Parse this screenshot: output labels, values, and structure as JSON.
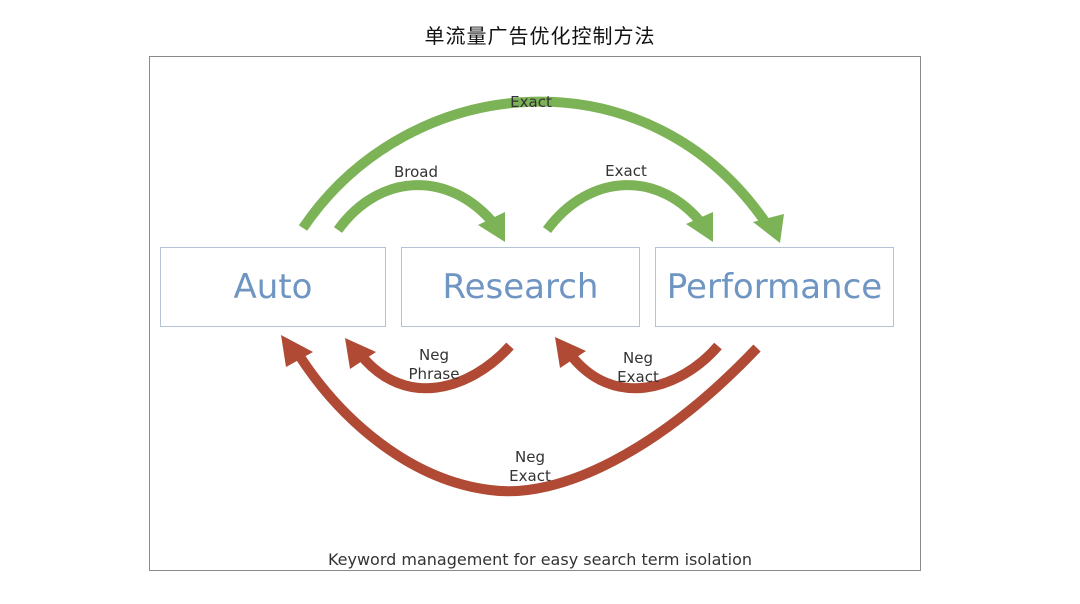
{
  "title": "单流量广告优化控制方法",
  "stages": {
    "auto": "Auto",
    "research": "Research",
    "performance": "Performance"
  },
  "arrows": {
    "auto_to_performance": "Exact",
    "auto_to_research": "Broad",
    "research_to_performance": "Exact",
    "research_to_auto_neg": [
      "Neg",
      "Phrase"
    ],
    "performance_to_research_neg": [
      "Neg",
      "Exact"
    ],
    "performance_to_auto_neg": [
      "Neg",
      "Exact"
    ]
  },
  "caption": "Keyword management for easy search term isolation",
  "colors": {
    "positive_arrow": "#7cb356",
    "negative_arrow": "#b04a35",
    "stage_text": "#6f95c2",
    "stage_border": "#b5c3d6"
  }
}
